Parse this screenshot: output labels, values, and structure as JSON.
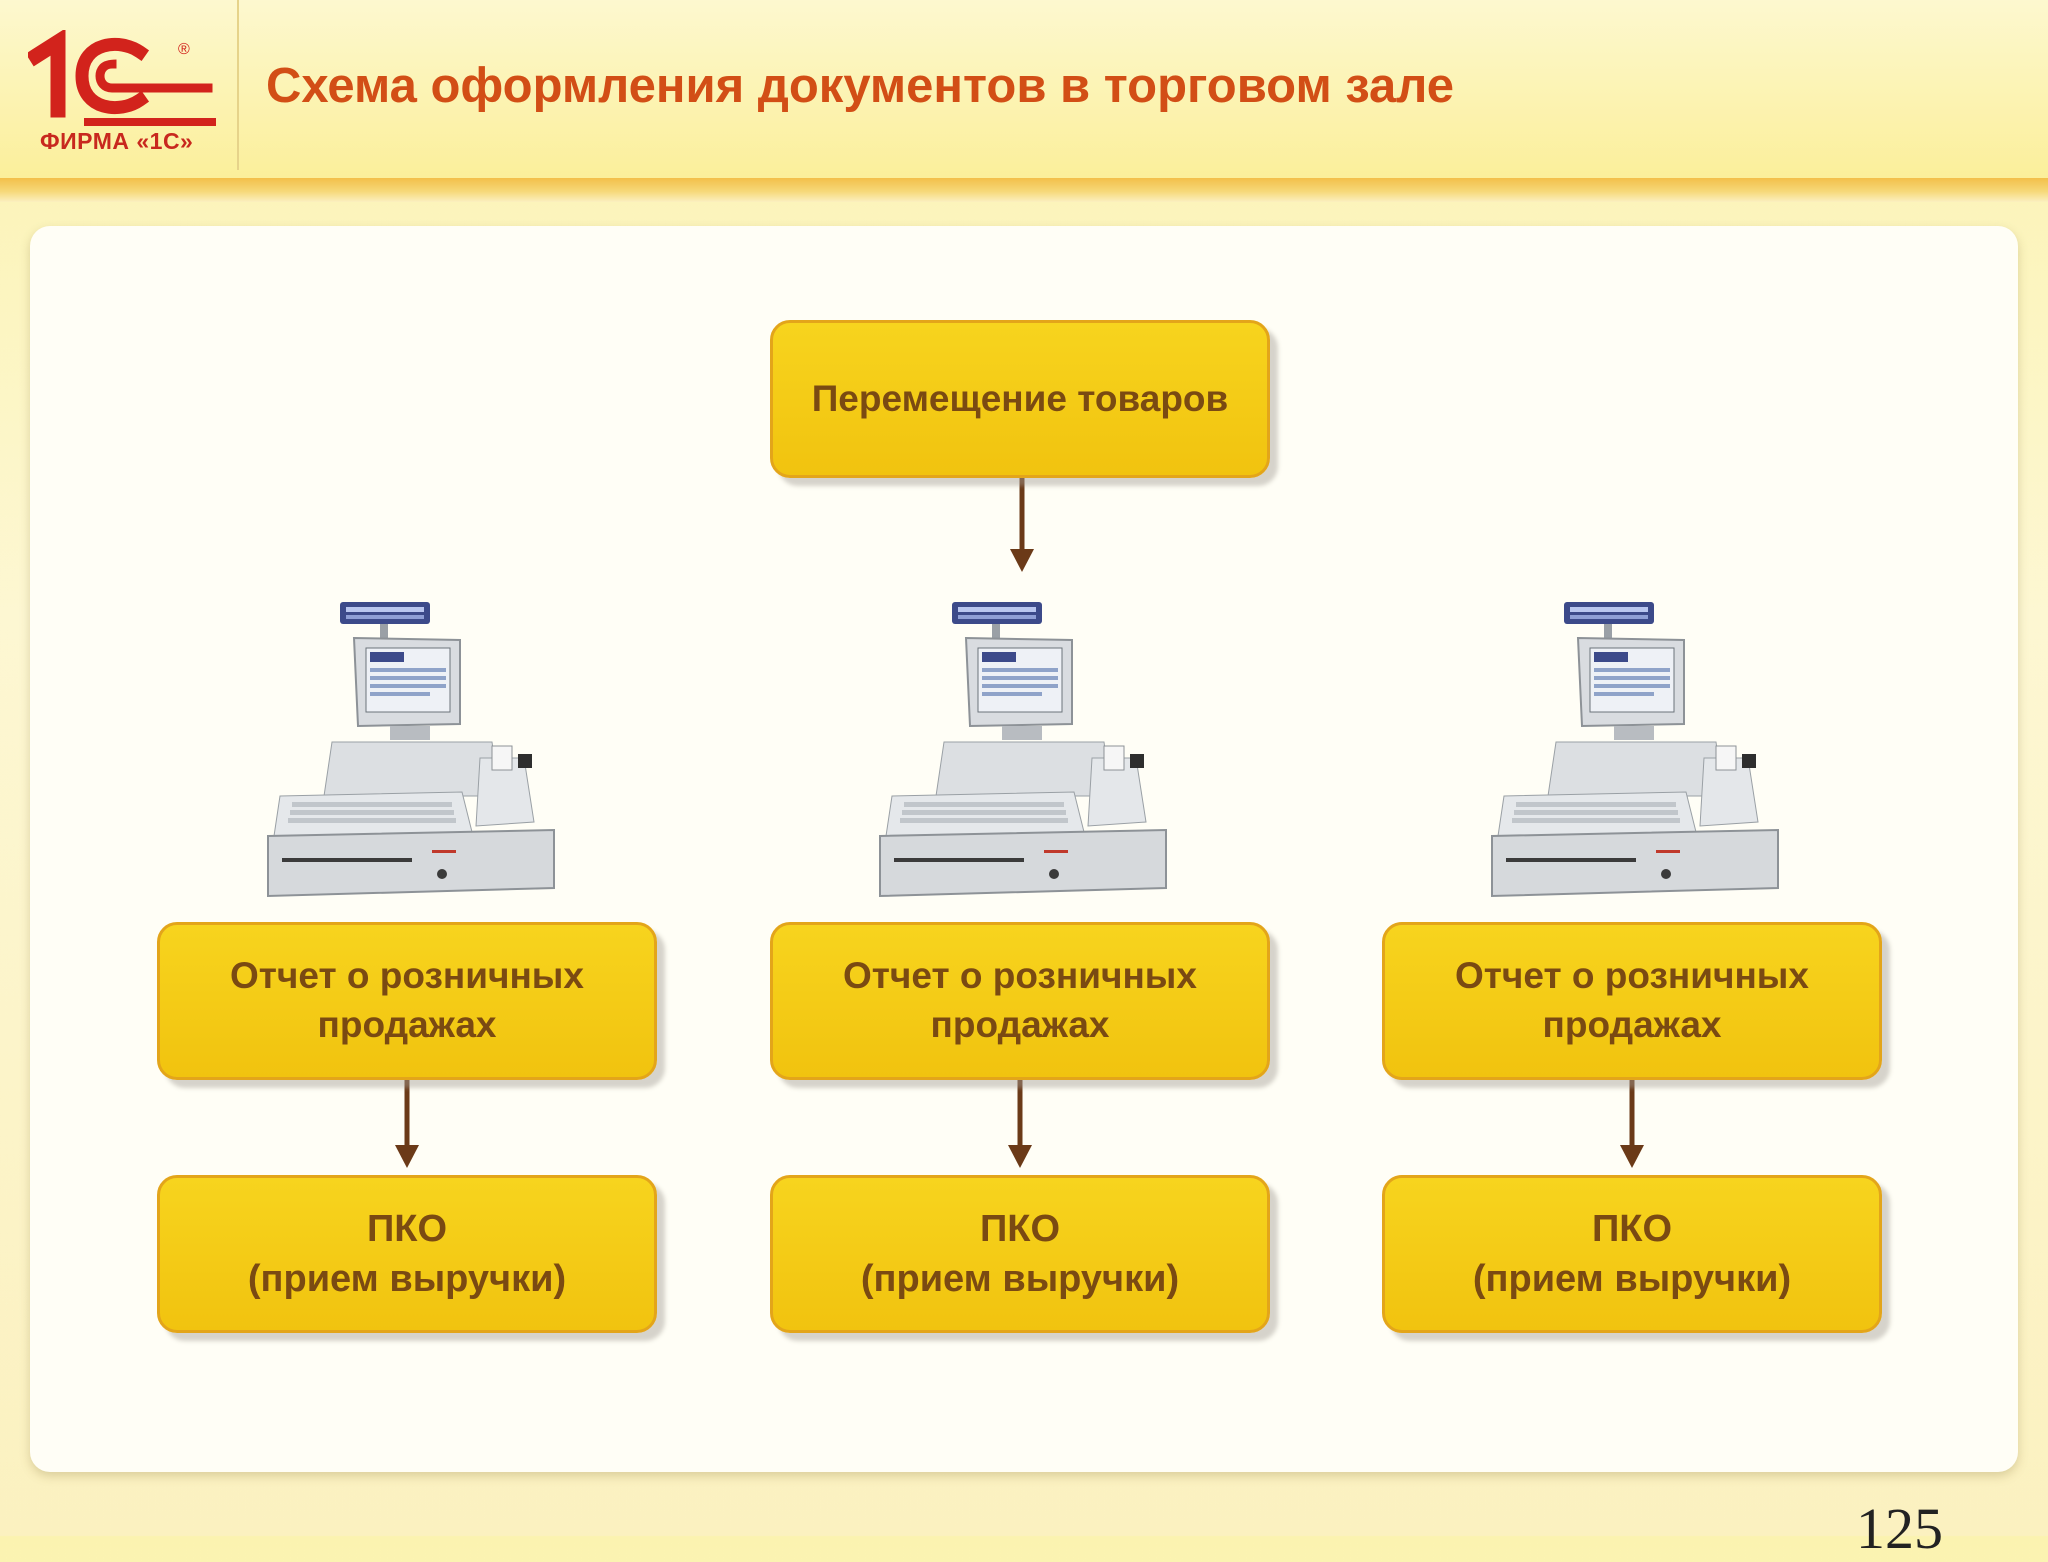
{
  "header": {
    "title": "Схема оформления документов в торговом зале",
    "logo_mark": "1С",
    "logo_caption": "ФИРМА «1С»",
    "logo_reg": "®"
  },
  "diagram": {
    "top": "Перемещение товаров",
    "columns": [
      {
        "report_line1": "Отчет о розничных",
        "report_line2": "продажах",
        "receipt_line1": "ПКО",
        "receipt_line2": "(прием выручки)"
      },
      {
        "report_line1": "Отчет о розничных",
        "report_line2": "продажах",
        "receipt_line1": "ПКО",
        "receipt_line2": "(прием выручки)"
      },
      {
        "report_line1": "Отчет о розничных",
        "report_line2": "продажах",
        "receipt_line1": "ПКО",
        "receipt_line2": "(прием выручки)"
      }
    ]
  },
  "page_number": "125",
  "colors": {
    "box_fill": "#f3c915",
    "box_text": "#7a4a12",
    "arrow": "#6b3a18",
    "title": "#d24e16",
    "logo": "#d2231c"
  }
}
